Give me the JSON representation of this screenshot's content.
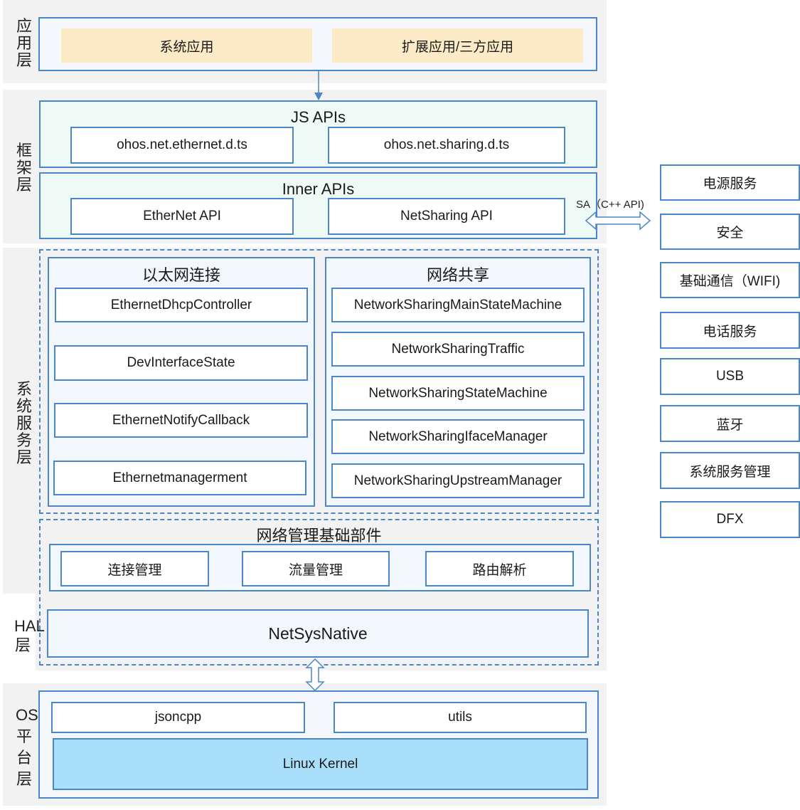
{
  "layers": {
    "app": "应用层",
    "framework": "框架层",
    "service": "系统服务层",
    "hal": "HAL层",
    "os": "OS平台层"
  },
  "app_layer": {
    "system_app": "系统应用",
    "extended_app": "扩展应用/三方应用"
  },
  "framework": {
    "js_apis_title": "JS APIs",
    "js_apis": [
      "ohos.net.ethernet.d.ts",
      "ohos.net.sharing.d.ts"
    ],
    "inner_apis_title": "Inner APIs",
    "inner_apis": [
      "EtherNet API",
      "NetSharing API"
    ]
  },
  "sa_label": "SA（C++ API)",
  "services": {
    "ethernet_title": "以太网连接",
    "ethernet_items": [
      "EthernetDhcpController",
      "DevInterfaceState",
      "EthernetNotifyCallback",
      "Ethernetmanagerment"
    ],
    "sharing_title": "网络共享",
    "sharing_items": [
      "NetworkSharingMainStateMachine",
      "NetworkSharingTraffic",
      "NetworkSharingStateMachine",
      "NetworkSharingIfaceManager",
      "NetworkSharingUpstreamManager"
    ],
    "netmgr_title": "网络管理基础部件",
    "netmgr_items": [
      "连接管理",
      "流量管理",
      "路由解析"
    ]
  },
  "hal": {
    "netsysnative": "NetSysNative"
  },
  "os": {
    "libs": [
      "jsoncpp",
      "utils"
    ],
    "kernel": "Linux Kernel"
  },
  "side_services": [
    "电源服务",
    "安全",
    "基础通信（WIFI)",
    "电话服务",
    "USB",
    "蓝牙",
    "系统服务管理",
    "DFX"
  ],
  "colors": {
    "border": "#4a86c8",
    "band": "#f2f2f2",
    "app_box": "#fcebc6",
    "framework_fill": "#eefaf6",
    "kernel_fill": "#a9dffb"
  }
}
